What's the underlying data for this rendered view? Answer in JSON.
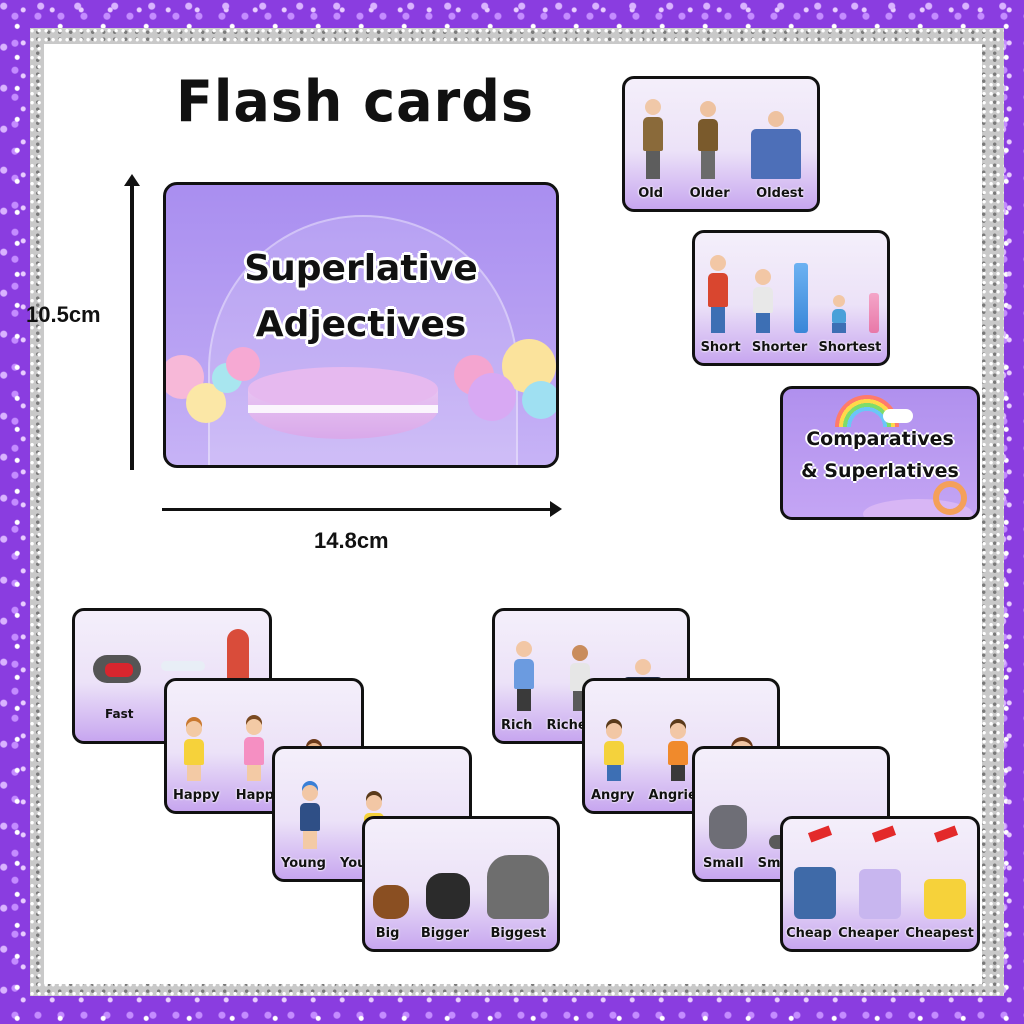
{
  "title": "Flash cards",
  "dimensions": {
    "height": "10.5cm",
    "width": "14.8cm"
  },
  "cover_card": {
    "line1": "Superlative",
    "line2": "Adjectives"
  },
  "series_card": {
    "line1": "Comparatives",
    "line2": "& Superlatives"
  },
  "cards": {
    "old": [
      "Old",
      "Older",
      "Oldest"
    ],
    "short": [
      "Short",
      "Shorter",
      "Shortest"
    ],
    "fast": [
      "Fast"
    ],
    "happy": [
      "Happy",
      "Happie"
    ],
    "young": [
      "Young",
      "Youn"
    ],
    "big": [
      "Big",
      "Bigger",
      "Biggest"
    ],
    "rich": [
      "Rich",
      "Riche"
    ],
    "angry": [
      "Angry",
      "Angrie"
    ],
    "small": [
      "Small",
      "Sm"
    ],
    "cheap": [
      "Cheap",
      "Cheaper",
      "Cheapest"
    ]
  },
  "colors": {
    "frame": "#8a3de0",
    "card_accent": "#c7a6ef",
    "cover": "#a98ef0"
  }
}
